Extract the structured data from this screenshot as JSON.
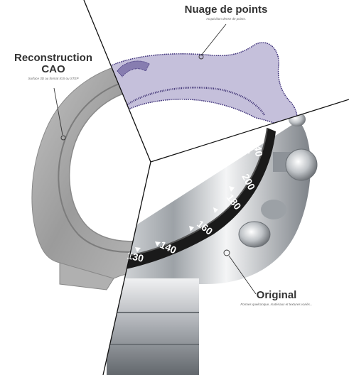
{
  "labels": {
    "point_cloud": {
      "title": "Nuage de points",
      "subtitle": "Acquisition dense de points."
    },
    "cad": {
      "title_line1": "Reconstruction",
      "title_line2": "CAO",
      "subtitle": "Surface 3D au format IGS ou STEP"
    },
    "original": {
      "title": "Original",
      "subtitle": "Formes quelconque, matériaux et textures variés..."
    }
  },
  "bezel": {
    "numbers": [
      "240",
      "200",
      "180",
      "160",
      "140",
      "130"
    ]
  },
  "colors": {
    "cad_gray": "#9b9b9b",
    "cloud_purple": "#4a3a86",
    "bezel_black": "#1a1a1a",
    "steel": "#c8ccd0"
  }
}
